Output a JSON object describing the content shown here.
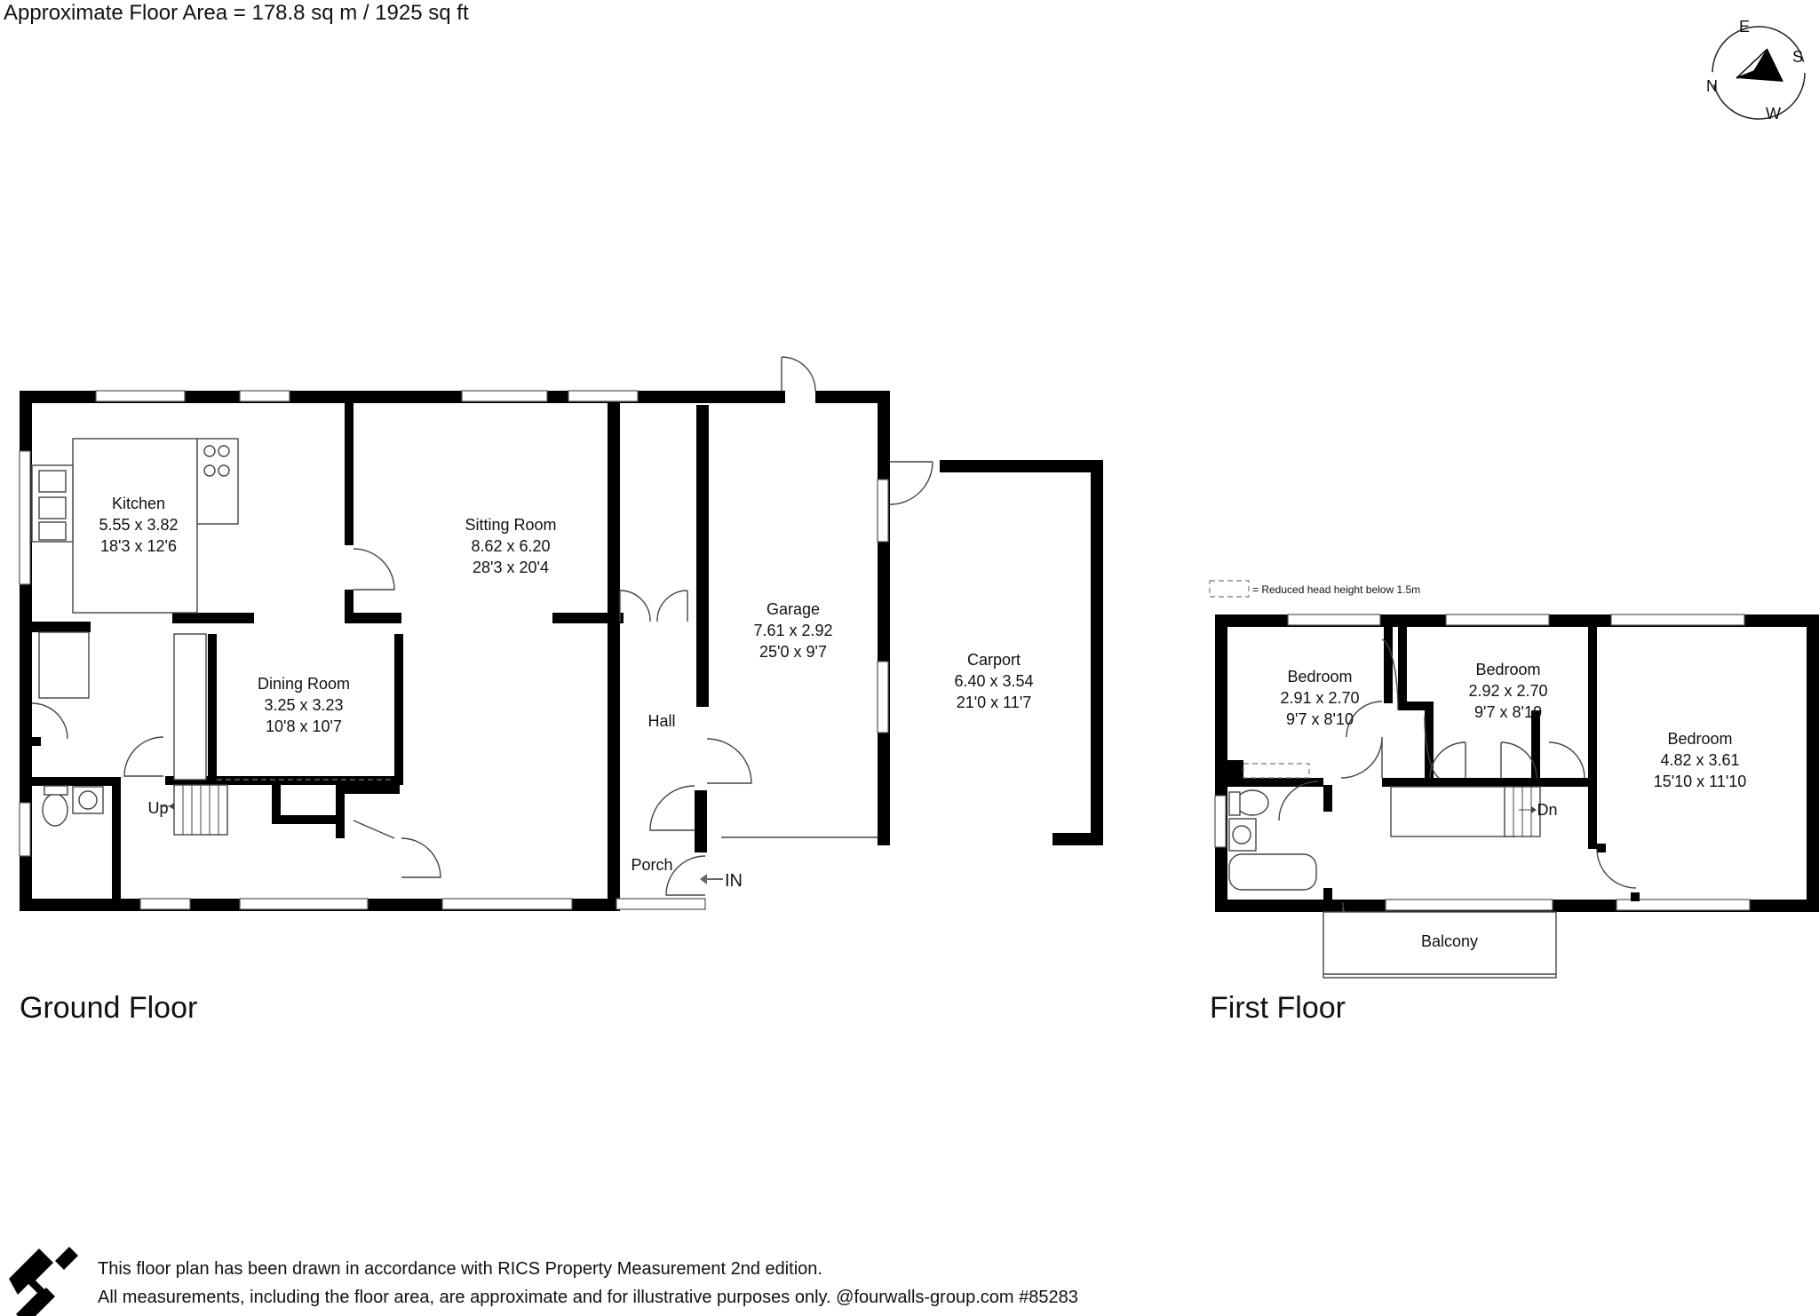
{
  "header": {
    "floor_area": "Approximate Floor Area = 178.8 sq m / 1925 sq ft"
  },
  "compass": {
    "n": "N",
    "e": "E",
    "s": "S",
    "w": "W"
  },
  "ground_floor": {
    "title": "Ground Floor",
    "rooms": {
      "kitchen": {
        "name": "Kitchen",
        "metric": "5.55 x 3.82",
        "imperial": "18'3 x 12'6"
      },
      "sitting": {
        "name": "Sitting Room",
        "metric": "8.62 x 6.20",
        "imperial": "28'3 x 20'4"
      },
      "garage": {
        "name": "Garage",
        "metric": "7.61 x 2.92",
        "imperial": "25'0 x 9'7"
      },
      "carport": {
        "name": "Carport",
        "metric": "6.40 x 3.54",
        "imperial": "21'0 x 11'7"
      },
      "dining": {
        "name": "Dining Room",
        "metric": "3.25 x 3.23",
        "imperial": "10'8 x 10'7"
      },
      "hall": {
        "name": "Hall"
      },
      "porch": {
        "name": "Porch"
      }
    },
    "stairs_label": "Up",
    "entrance_label": "IN"
  },
  "first_floor": {
    "title": "First Floor",
    "legend": "= Reduced head height below 1.5m",
    "rooms": {
      "bedroom1": {
        "name": "Bedroom",
        "metric": "2.91 x 2.70",
        "imperial": "9'7 x 8'10"
      },
      "bedroom2": {
        "name": "Bedroom",
        "metric": "2.92 x 2.70",
        "imperial": "9'7 x 8'10"
      },
      "bedroom3": {
        "name": "Bedroom",
        "metric": "4.82 x 3.61",
        "imperial": "15'10 x 11'10"
      },
      "balcony": {
        "name": "Balcony"
      }
    },
    "stairs_label": "Dn"
  },
  "footer": {
    "line1": "This floor plan has been drawn in accordance with RICS Property Measurement 2nd edition.",
    "line2": "All measurements, including the floor area, are approximate and for illustrative purposes only. @fourwalls-group.com #85283"
  }
}
